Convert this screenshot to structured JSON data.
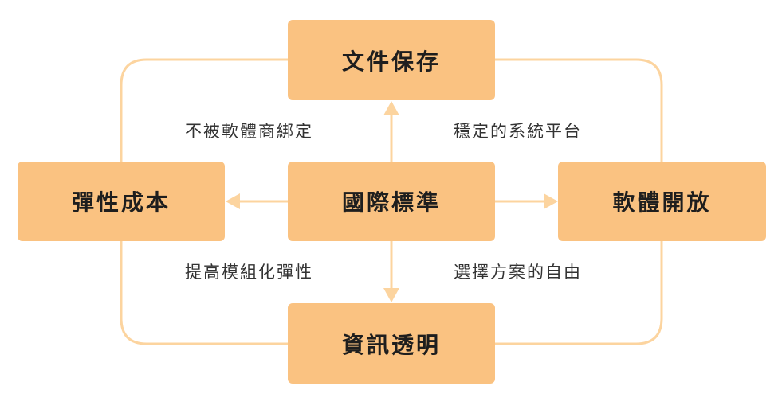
{
  "diagram": {
    "colors": {
      "node_fill": "#fac281",
      "connector": "#fcd49f",
      "text": "#1e1e1e",
      "label_text": "#333333"
    },
    "nodes": {
      "top": "文件保存",
      "left": "彈性成本",
      "center": "國際標準",
      "right": "軟體開放",
      "bottom": "資訊透明"
    },
    "labels": {
      "top_left": "不被軟體商綁定",
      "top_right": "穩定的系統平台",
      "bottom_left": "提高模組化彈性",
      "bottom_right": "選擇方案的自由"
    }
  }
}
